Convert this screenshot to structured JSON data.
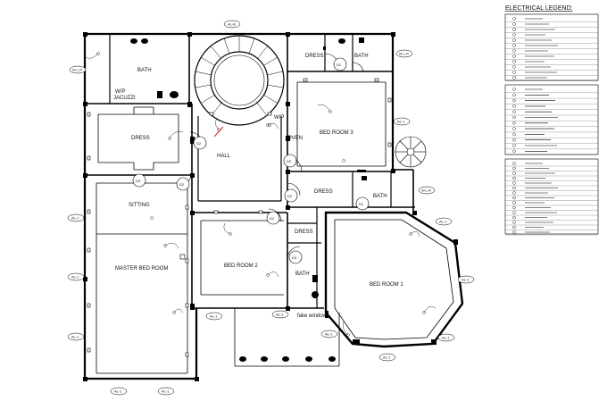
{
  "legend": {
    "title": "ELECTRICAL LEGEND:",
    "group1": [
      "",
      "",
      "",
      "",
      "",
      "",
      "",
      "",
      "",
      "",
      "",
      ""
    ],
    "group2": [
      "",
      "",
      "",
      "",
      "",
      "",
      "",
      "",
      "",
      "",
      "",
      ""
    ],
    "group3": [
      "",
      "",
      "",
      "",
      "",
      "",
      "",
      "",
      "",
      "",
      "",
      "",
      "",
      "",
      ""
    ]
  },
  "rooms": {
    "bath_top": "BATH",
    "wp_jacuzzi": "W/P\nJACUZZI",
    "dress_left": "DRESS",
    "hall": "HALL",
    "sitting": "SITTING",
    "master": "MASTER BED ROOM",
    "dress_top_right": "DRESS",
    "bath_top_right": "BATH",
    "bed3": "BED ROOM 3",
    "oven": "OVEN",
    "wp_right": "W/P",
    "dress_mid": "DRESS",
    "bath_mid": "BATH",
    "bed2": "BED ROOM 2",
    "dress_small": "DRESS",
    "bath_small": "BATH",
    "bed1": "BED ROOM 1",
    "fake_window": "fake window"
  },
  "doors": [
    "D1",
    "D2",
    "D2",
    "D2",
    "D2",
    "D3",
    "D1",
    "D3",
    "D2"
  ],
  "tags": {
    "top": "AL-B",
    "wlr_left": "W.L.R",
    "wlr_right": "W.L.R",
    "wlr_right2": "W.L.R",
    "al_right1": "AL-1",
    "al_left": "AL-1",
    "al_left2": "AL-1",
    "al_bottom1": "AL-1",
    "al_bottom2": "AL-1",
    "al_mid1": "AL-1",
    "al_mid2": "AL-1",
    "al_r2": "AL-1",
    "al_r3": "AL-1",
    "al_r4": "AL-1",
    "al_b3": "AL-1",
    "al_b4": "AL-1",
    "al_mid3": "AL-1",
    "al_right_top": "AL-1"
  }
}
